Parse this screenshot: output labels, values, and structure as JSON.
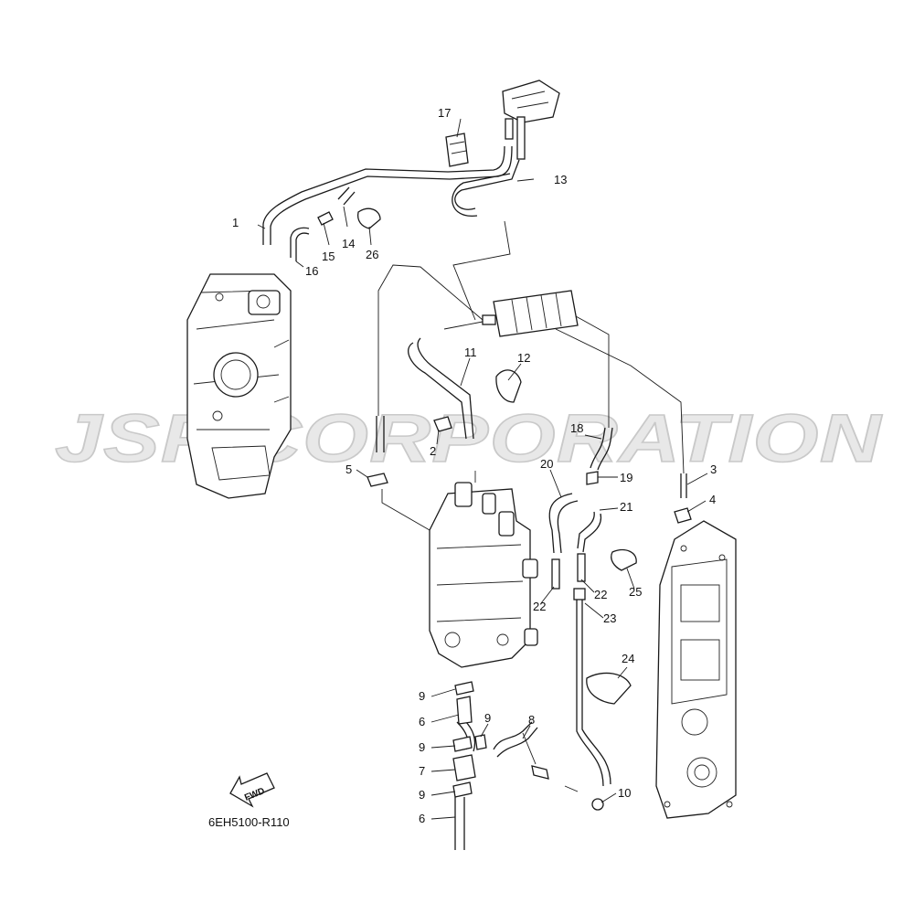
{
  "diagram_code": "6EH5100-R110",
  "watermark": "JSP CORPORATION",
  "fwd_label": "FWD",
  "colors": {
    "line": "#1a1a1a",
    "watermark_fill": "#e8e8e8",
    "watermark_stroke": "#c9c9c9"
  },
  "callouts": [
    {
      "id": "c1",
      "text": "1"
    },
    {
      "id": "c2",
      "text": "2"
    },
    {
      "id": "c3",
      "text": "3"
    },
    {
      "id": "c4",
      "text": "4"
    },
    {
      "id": "c5",
      "text": "5"
    },
    {
      "id": "c6a",
      "text": "6"
    },
    {
      "id": "c6b",
      "text": "6"
    },
    {
      "id": "c7",
      "text": "7"
    },
    {
      "id": "c8",
      "text": "8"
    },
    {
      "id": "c9a",
      "text": "9"
    },
    {
      "id": "c9b",
      "text": "9"
    },
    {
      "id": "c9c",
      "text": "9"
    },
    {
      "id": "c9d",
      "text": "9"
    },
    {
      "id": "c10",
      "text": "10"
    },
    {
      "id": "c11",
      "text": "11"
    },
    {
      "id": "c12",
      "text": "12"
    },
    {
      "id": "c13",
      "text": "13"
    },
    {
      "id": "c14",
      "text": "14"
    },
    {
      "id": "c15",
      "text": "15"
    },
    {
      "id": "c16",
      "text": "16"
    },
    {
      "id": "c17",
      "text": "17"
    },
    {
      "id": "c18",
      "text": "18"
    },
    {
      "id": "c19",
      "text": "19"
    },
    {
      "id": "c20",
      "text": "20"
    },
    {
      "id": "c21",
      "text": "21"
    },
    {
      "id": "c22a",
      "text": "22"
    },
    {
      "id": "c22b",
      "text": "22"
    },
    {
      "id": "c23",
      "text": "23"
    },
    {
      "id": "c24",
      "text": "24"
    },
    {
      "id": "c25",
      "text": "25"
    },
    {
      "id": "c26",
      "text": "26"
    }
  ]
}
